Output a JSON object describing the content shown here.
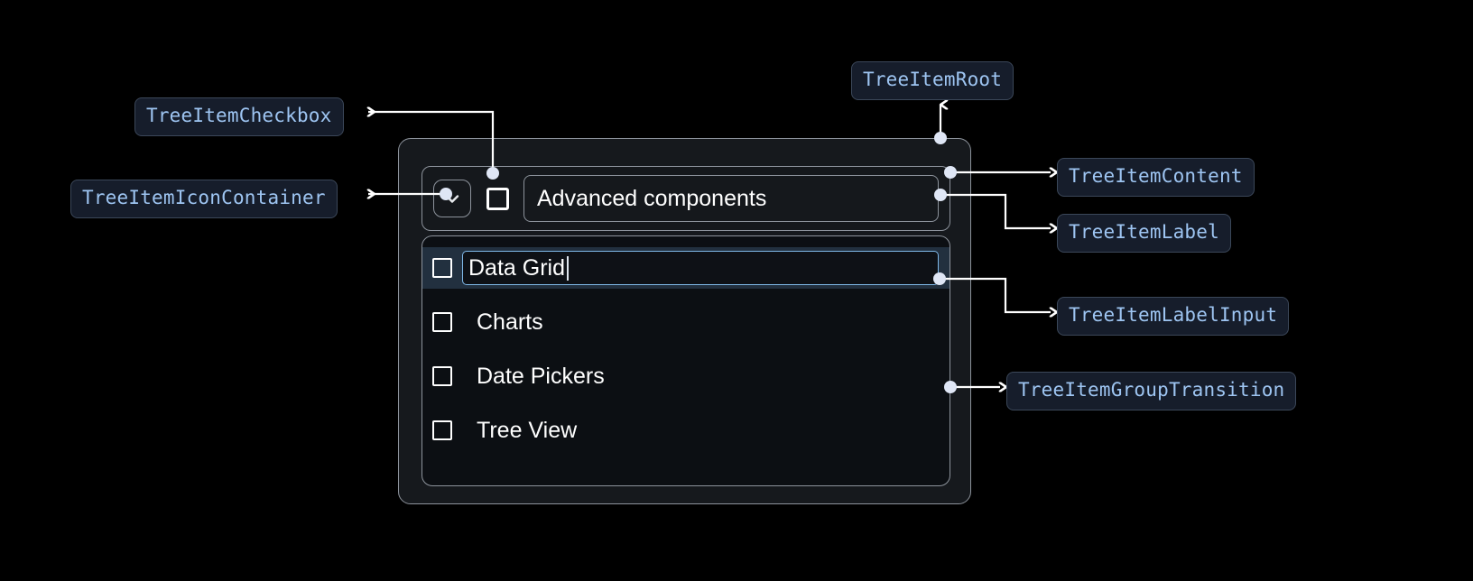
{
  "theme": {
    "background": "#000000",
    "chip_bg": "#161d2b",
    "chip_border": "#3b4759",
    "chip_text": "#9ec5f2",
    "card_border": "#8d939c",
    "card_bg": "#16191d",
    "group_bg": "#0c0f13",
    "selected_row_bg": "#22303f",
    "input_focus_border": "#7fb8e8",
    "connector": "#ffffff",
    "dot": "#dfe6f5",
    "text": "#ffffff"
  },
  "annotations": [
    {
      "id": "tree-item-checkbox",
      "label": "TreeItemCheckbox"
    },
    {
      "id": "tree-item-icon-container",
      "label": "TreeItemIconContainer"
    },
    {
      "id": "tree-item-root",
      "label": "TreeItemRoot"
    },
    {
      "id": "tree-item-content",
      "label": "TreeItemContent"
    },
    {
      "id": "tree-item-label",
      "label": "TreeItemLabel"
    },
    {
      "id": "tree-item-label-input",
      "label": "TreeItemLabelInput"
    },
    {
      "id": "tree-item-group-transition",
      "label": "TreeItemGroupTransition"
    }
  ],
  "tree": {
    "root": {
      "icon": "chevron-down-icon",
      "checkbox_checked": false,
      "label": "Advanced components"
    },
    "children": [
      {
        "label": "Data Grid",
        "checkbox_checked": false,
        "editing": true
      },
      {
        "label": "Charts",
        "checkbox_checked": false,
        "editing": false
      },
      {
        "label": "Date Pickers",
        "checkbox_checked": false,
        "editing": false
      },
      {
        "label": "Tree View",
        "checkbox_checked": false,
        "editing": false
      }
    ]
  }
}
